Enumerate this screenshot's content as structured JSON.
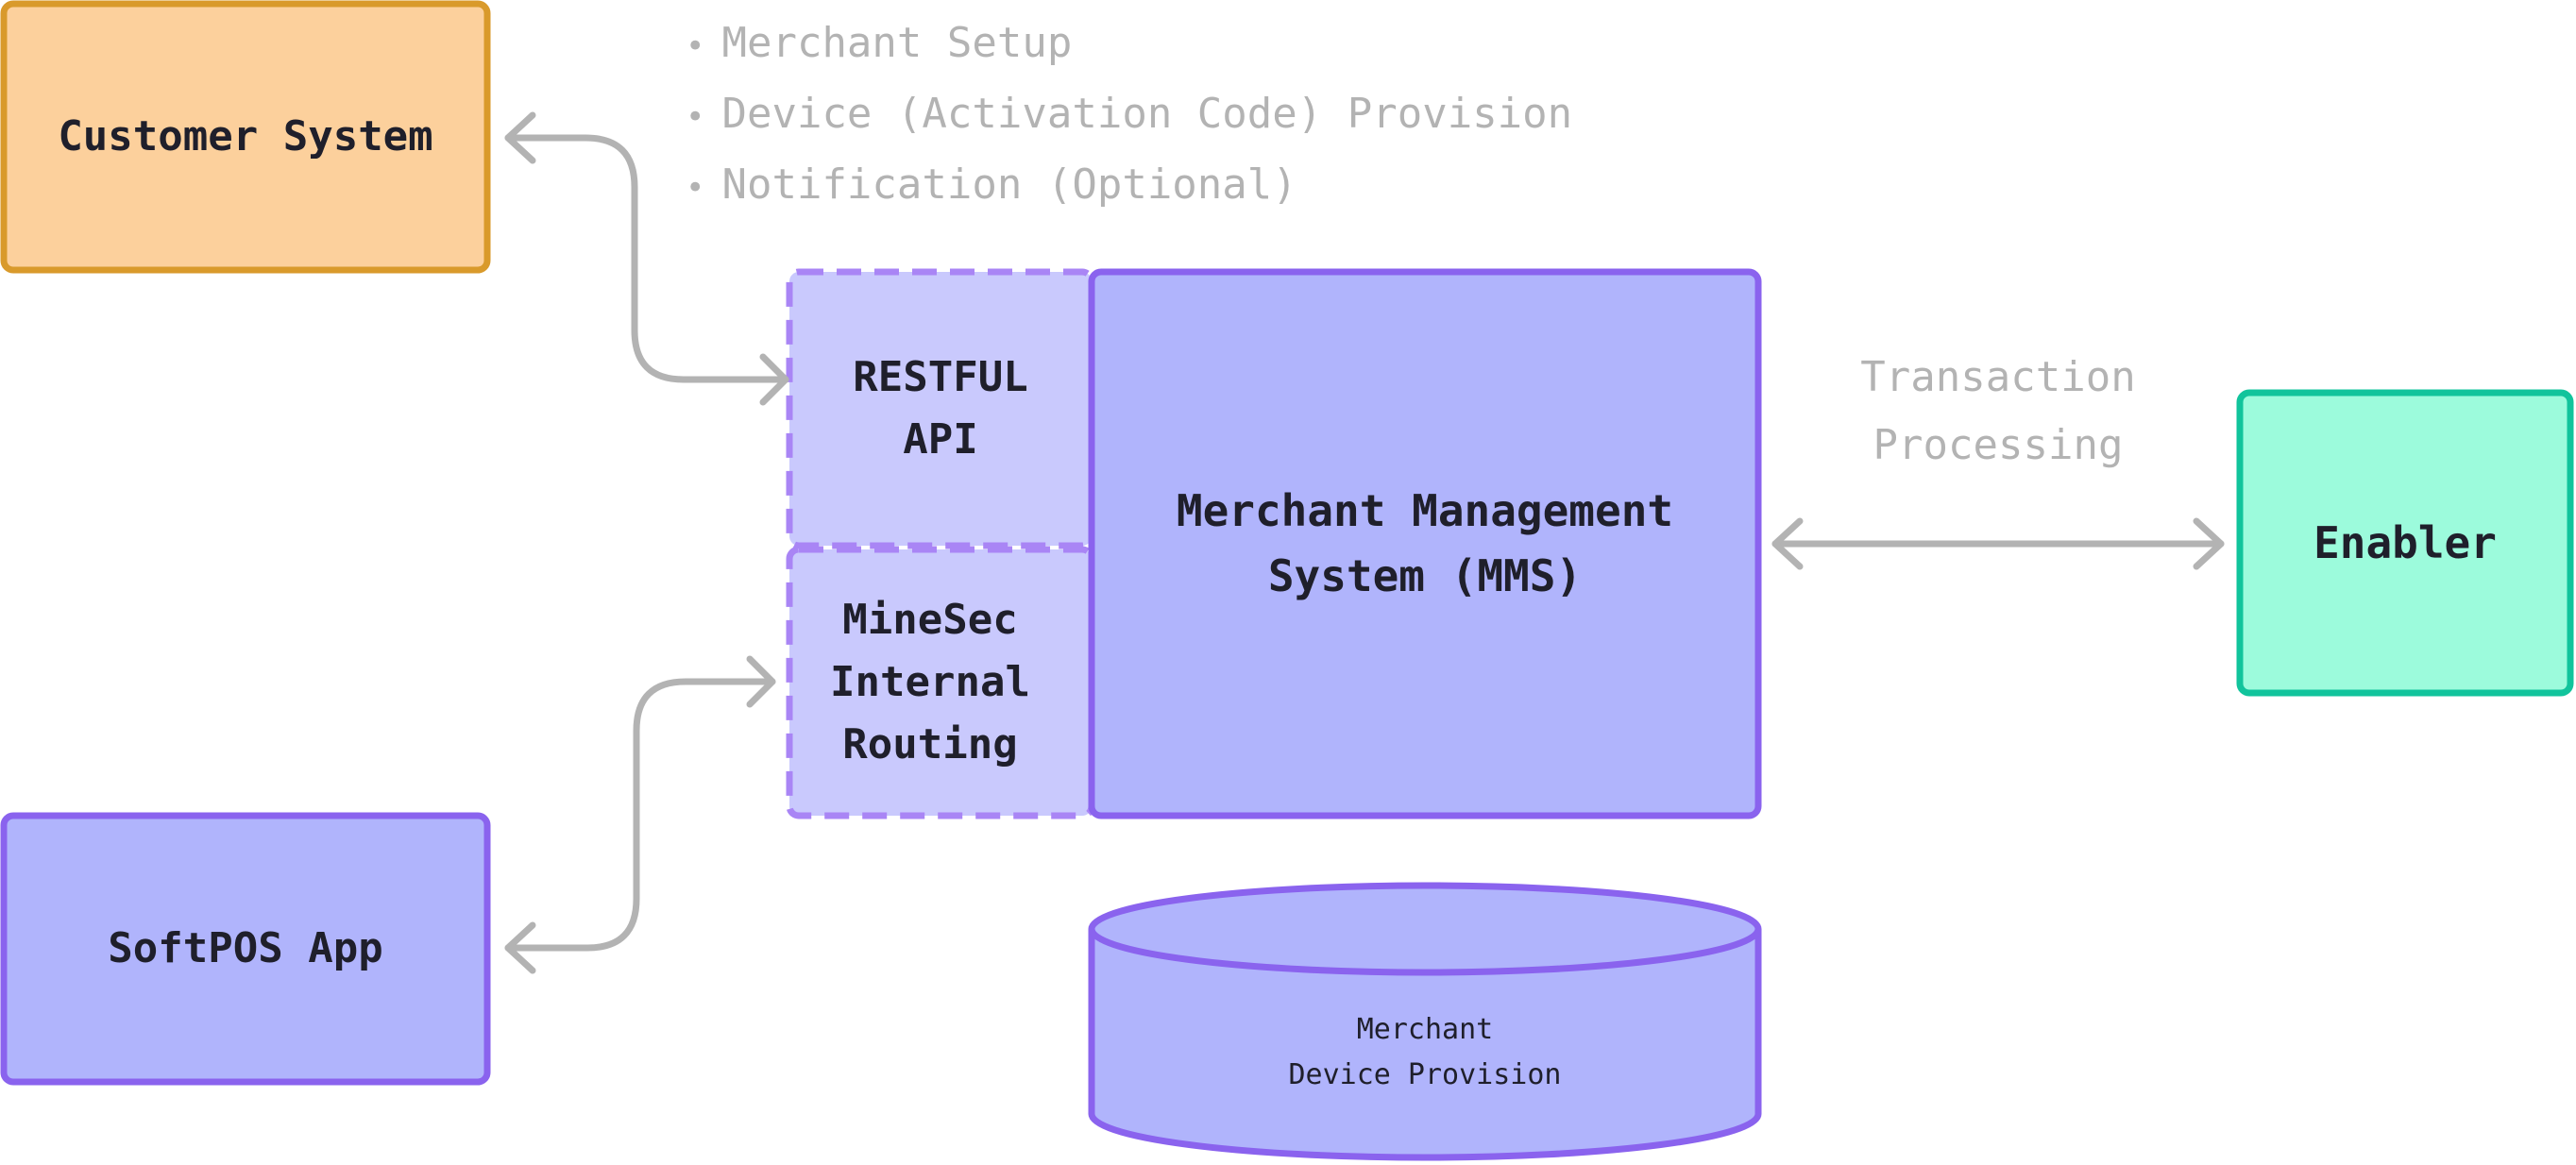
{
  "colors": {
    "orange_fill": "#fcd09c",
    "orange_stroke": "#d99a2b",
    "purple_fill": "#b0b4fc",
    "purple_light_fill": "#c9c9fd",
    "purple_stroke": "#8a63ee",
    "purple_dashed": "#a985f5",
    "green_fill": "#9cfbdc",
    "green_stroke": "#11c49c",
    "arrow": "#b3b3b3"
  },
  "nodes": {
    "customer_system": "Customer System",
    "softpos_app": "SoftPOS App",
    "restful_api": "RESTFUL\nAPI",
    "internal_routing": "MineSec\nInternal\nRouting",
    "mms": "Merchant Management\nSystem (MMS)",
    "enabler": "Enabler",
    "database": "Merchant\nDevice Provision"
  },
  "annotations": {
    "bullets": [
      "Merchant Setup",
      "Device (Activation Code) Provision",
      "Notification (Optional)"
    ],
    "transaction": "Transaction\nProcessing"
  }
}
